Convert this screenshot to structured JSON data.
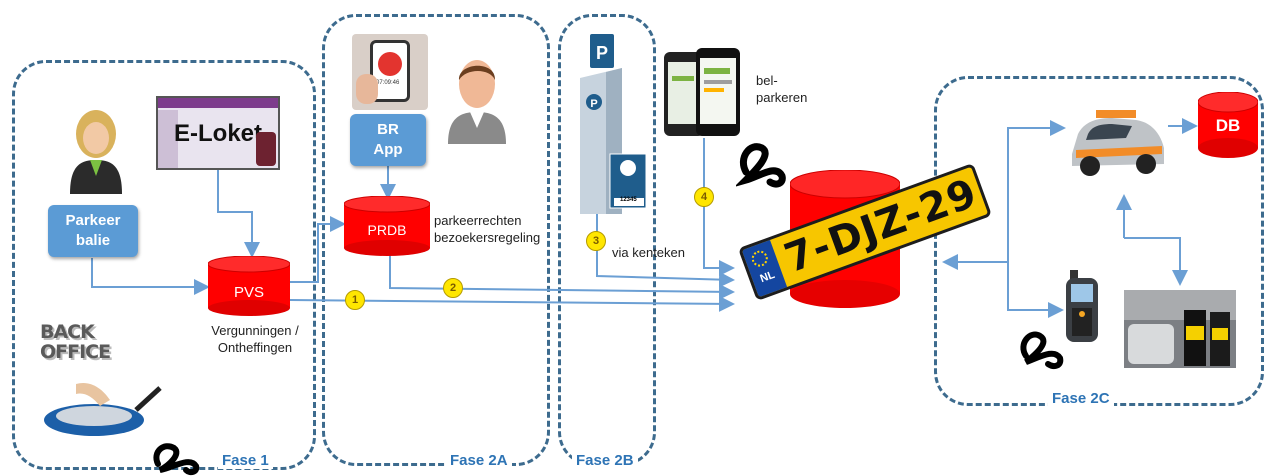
{
  "phases": {
    "fase1": "Fase 1",
    "fase2a": "Fase 2A",
    "fase2b": "Fase 2B",
    "fase2c": "Fase 2C"
  },
  "nodes": {
    "parkeerbalie_line1": "Parkeer",
    "parkeerbalie_line2": "balie",
    "eloket": "E-Loket",
    "backoffice_line1": "BACK",
    "backoffice_line2": "OFFICE",
    "pvs": "PVS",
    "pvs_caption_line1": "Vergunningen /",
    "pvs_caption_line2": "Ontheffingen",
    "br_app_line1": "BR",
    "br_app_line2": "App",
    "prdb": "PRDB",
    "prdb_caption_line1": "parkeerrechten",
    "prdb_caption_line2": "bezoekersregeling",
    "belparkeren_line1": "bel-",
    "belparkeren_line2": "parkeren",
    "via_kenteken": "via kenteken",
    "db": "DB",
    "license_plate": "7-DJZ-29",
    "plate_country": "NL",
    "phone_time": "07:09:46",
    "meter_code": "12345"
  },
  "badges": [
    "1",
    "2",
    "3",
    "4"
  ],
  "colors": {
    "box_border": "#3d6b8e",
    "phase_label": "#2e74b5",
    "blue_button": "#5b9bd5",
    "db_red": "#ff0000",
    "arrow": "#6b9fd4",
    "plate_yellow": "#f7c600",
    "badge_yellow": "#ffe600"
  }
}
